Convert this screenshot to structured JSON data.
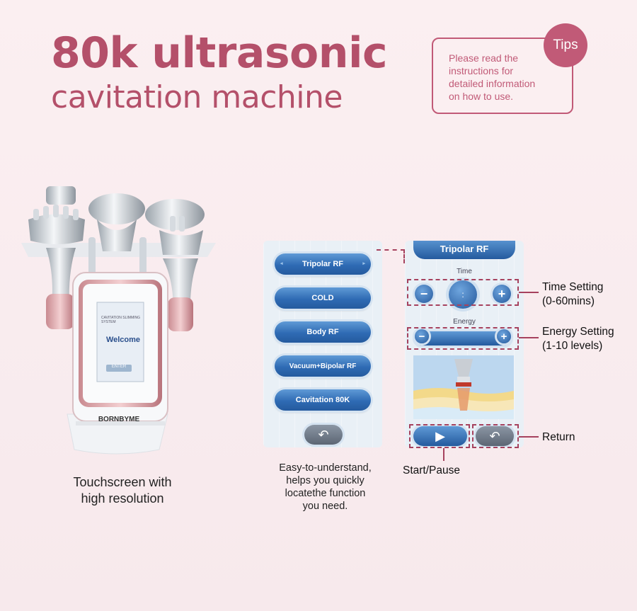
{
  "title": {
    "line1": "80k ultrasonic",
    "line2": "cavitation machine"
  },
  "tips": {
    "badge": "Tips",
    "text": "Please read the\ninstructions for\ndetailed information\non how to use."
  },
  "device": {
    "screen_header": "CAVITATION SLIMMING\nSYSTEM",
    "screen_welcome": "Welcome",
    "screen_enter": "ENTER",
    "brand": "BORNBYME",
    "caption": "Touchscreen with\nhigh resolution"
  },
  "menu_screen": {
    "buttons": [
      "Tripolar RF",
      "COLD",
      "Body RF",
      "Vacuum+Bipolar RF",
      "Cavitation 80K"
    ],
    "caption": "Easy-to-understand,\nhelps you quickly\nlocatethe function\nyou need."
  },
  "detail_screen": {
    "header": "Tripolar RF",
    "time_label": "Time",
    "time_value": ":",
    "energy_label": "Energy",
    "minus": "−",
    "plus": "+"
  },
  "annotations": {
    "time_setting": "Time Setting\n(0-60mins)",
    "energy_setting": "Energy Setting\n(1-10 levels)",
    "return": "Return",
    "start_pause": "Start/Pause"
  },
  "colors": {
    "accent": "#b4506a",
    "button_blue": "#2f6bb4",
    "background": "#fbeff1"
  },
  "icons": [
    "back-arrow-icon",
    "play-icon",
    "minus-icon",
    "plus-icon"
  ]
}
